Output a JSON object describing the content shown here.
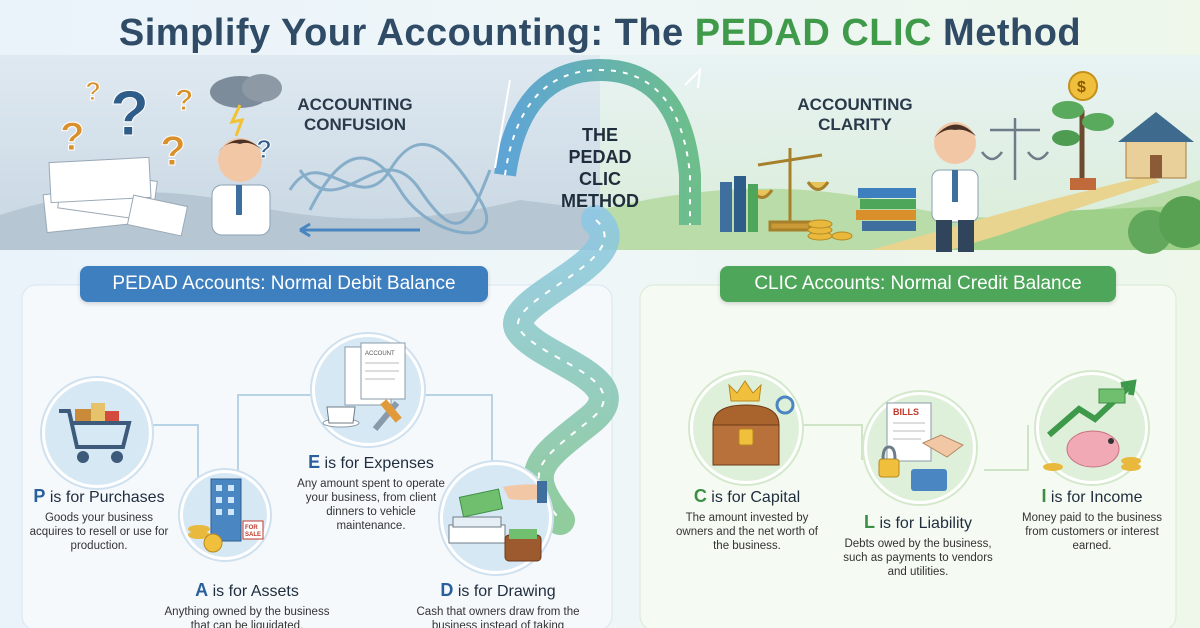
{
  "title": {
    "prefix": "Simplify Your Accounting: The ",
    "accent": "PEDAD CLIC",
    "suffix": " Method"
  },
  "hero": {
    "left_label": [
      "ACCOUNTING",
      "CONFUSION"
    ],
    "right_label": [
      "ACCOUNTING",
      "CLARITY"
    ],
    "method_label": [
      "THE",
      "PEDAD",
      "CLIC",
      "METHOD"
    ]
  },
  "sections": {
    "left": "PEDAD Accounts: Normal Debit Balance",
    "right": "CLIC Accounts: Normal Credit Balance"
  },
  "pedad": [
    {
      "letter": "P",
      "rest": " is for Purchases",
      "desc": "Goods your business acquires to resell or use for production.",
      "icon": "shopping-cart-icon"
    },
    {
      "letter": "A",
      "rest": " is for Assets",
      "desc": "Anything owned by the business that can be liquidated,",
      "icon": "building-coins-icon"
    },
    {
      "letter": "E",
      "rest": " is for Expenses",
      "desc": "Any amount spent to operate your business, from client dinners to vehicle maintenance.",
      "icon": "receipt-coffee-icon"
    },
    {
      "letter": "D",
      "rest": " is for Drawing",
      "desc": "Cash that owners draw from the business instead of taking",
      "icon": "cash-hand-icon"
    }
  ],
  "clic": [
    {
      "letter": "C",
      "rest": " is for Capital",
      "desc": "The amount invested by owners and the net worth of the business.",
      "icon": "treasure-chest-icon"
    },
    {
      "letter": "L",
      "rest": " is for Liability",
      "desc": "Debts owed by the business, such as payments to vendors and utilities.",
      "icon": "bills-handshake-icon"
    },
    {
      "letter": "I",
      "rest": " is for Income",
      "desc": "Money paid to the business from customers or interest earned.",
      "icon": "piggy-bank-growth-icon"
    }
  ],
  "illustration_text": {
    "receipt": "ACCOUNT",
    "for_sale": [
      "FOR",
      "SALE"
    ],
    "bills": "BILLS"
  },
  "colors": {
    "title": "#2f4b66",
    "accent_green": "#3f9a4a",
    "pedad_blue": "#3e7fc0",
    "clic_green": "#4ea65a"
  }
}
